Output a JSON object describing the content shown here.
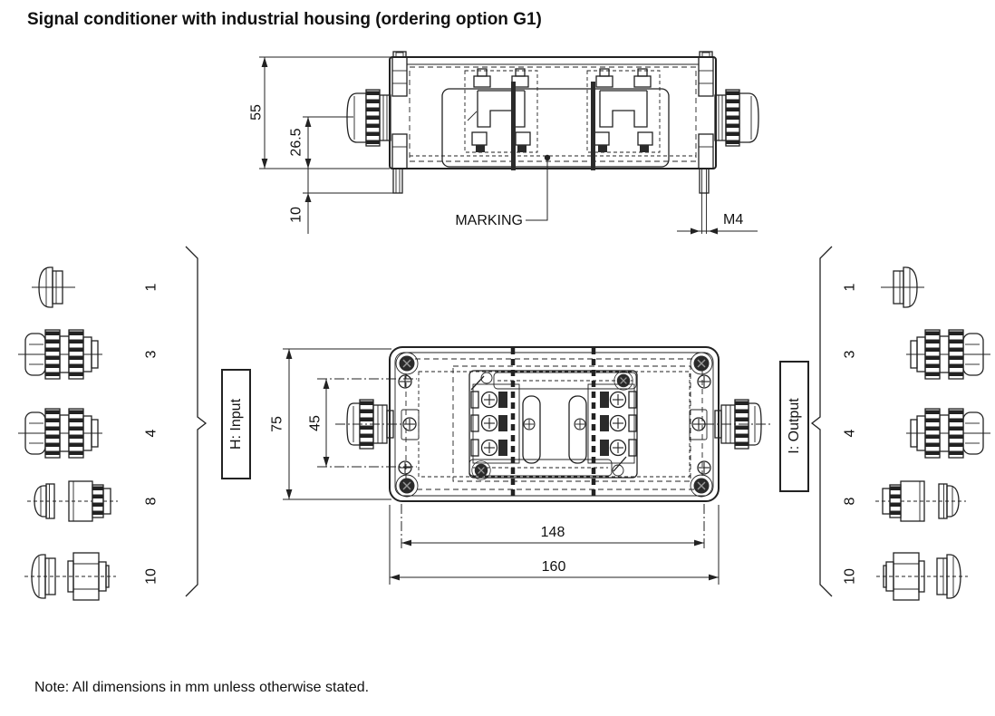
{
  "title": "Signal conditioner with industrial housing (ordering option G1)",
  "note": "Note: All dimensions in mm unless otherwise stated.",
  "side_view": {
    "dim_total_height": "55",
    "dim_body_height": "26.5",
    "dim_stud_length": "10",
    "marking_label": "MARKING",
    "stud_thread_label": "M4"
  },
  "top_view": {
    "dim_overall_length": "160",
    "dim_mounting_spacing": "148",
    "dim_overall_width": "75",
    "dim_mounting_width": "45"
  },
  "input_group": {
    "label": "H: Input",
    "options": [
      "1",
      "3",
      "4",
      "8",
      "10"
    ]
  },
  "output_group": {
    "label": "I: Output",
    "options": [
      "1",
      "3",
      "4",
      "8",
      "10"
    ]
  }
}
